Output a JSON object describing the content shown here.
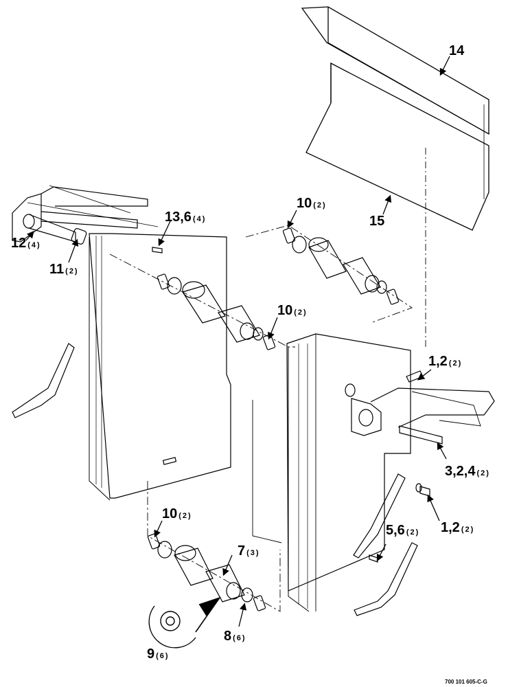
{
  "callouts": {
    "c14": {
      "num": "14",
      "qty": ""
    },
    "c15": {
      "num": "15",
      "qty": ""
    },
    "c10a": {
      "num": "10",
      "qty": "(2)"
    },
    "c13": {
      "num": "13,6",
      "qty": "(4)"
    },
    "c12": {
      "num": "12",
      "qty": "(4)"
    },
    "c11": {
      "num": "11",
      "qty": "(2)"
    },
    "c10b": {
      "num": "10",
      "qty": "(2)"
    },
    "c12b": {
      "num": "1,2",
      "qty": "(2)"
    },
    "c324": {
      "num": "3,2,4",
      "qty": "(2)"
    },
    "c12c": {
      "num": "1,2",
      "qty": "(2)"
    },
    "c56": {
      "num": "5,6",
      "qty": "(2)"
    },
    "c10c": {
      "num": "10",
      "qty": "(2)"
    },
    "c7": {
      "num": "7",
      "qty": "(3)"
    },
    "c8": {
      "num": "8",
      "qty": "(6)"
    },
    "c9": {
      "num": "9",
      "qty": "(6)"
    }
  },
  "doc_number": "700 101 605-C-G",
  "colors": {
    "ink": "#000000",
    "paper": "#ffffff"
  }
}
